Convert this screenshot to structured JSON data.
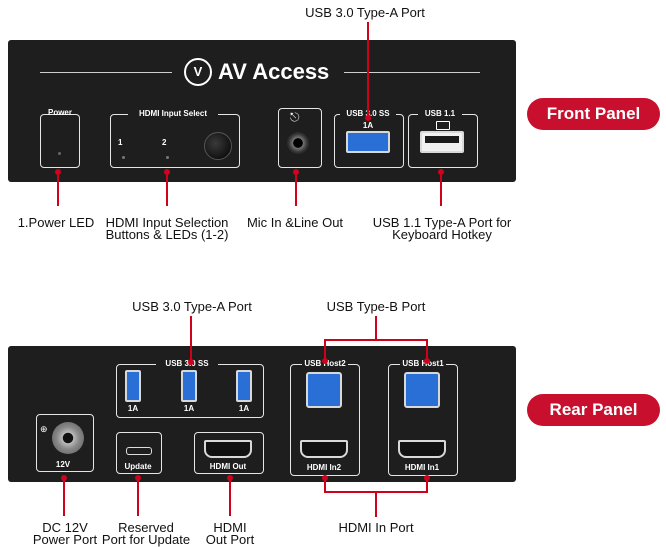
{
  "front": {
    "top_callout": "USB 3.0 Type-A Port",
    "badge": "Front Panel",
    "brand": "AV Access",
    "labels": {
      "power": "Power",
      "hdmi_select": "HDMI Input Select",
      "led1": "1",
      "led2": "2",
      "usb30": "USB 3.0 SS",
      "usb30_current": "1A",
      "usb11": "USB 1.1"
    },
    "callouts": {
      "power_led": "1.Power LED",
      "hdmi_select_l1": "HDMI Input Selection",
      "hdmi_select_l2": "Buttons & LEDs (1-2)",
      "mic": "Mic In &Line Out",
      "usb11_l1": "USB 1.1 Type-A Port for",
      "usb11_l2": "Keyboard Hotkey"
    }
  },
  "rear": {
    "top_callout_left": "USB 3.0 Type-A Port",
    "top_callout_right": "USB Type-B Port",
    "badge": "Rear Panel",
    "labels": {
      "usb30": "USB 3.0 SS",
      "a1": "1A",
      "a2": "1A",
      "a3": "1A",
      "host2": "USB Host2",
      "host1": "USB Host1",
      "dc": "12V",
      "update": "Update",
      "hdmi_out": "HDMI Out",
      "hdmi_in2": "HDMI In2",
      "hdmi_in1": "HDMI In1"
    },
    "callouts": {
      "dc_l1": "DC 12V",
      "dc_l2": "Power Port",
      "reserved_l1": "Reserved",
      "reserved_l2": "Port for Update",
      "hdmi_out_l1": "HDMI",
      "hdmi_out_l2": "Out Port",
      "hdmi_in": "HDMI In Port"
    }
  },
  "colors": {
    "accent": "#c8102e",
    "panel": "#1e1e1e",
    "usb_blue": "#2a6fd6"
  }
}
